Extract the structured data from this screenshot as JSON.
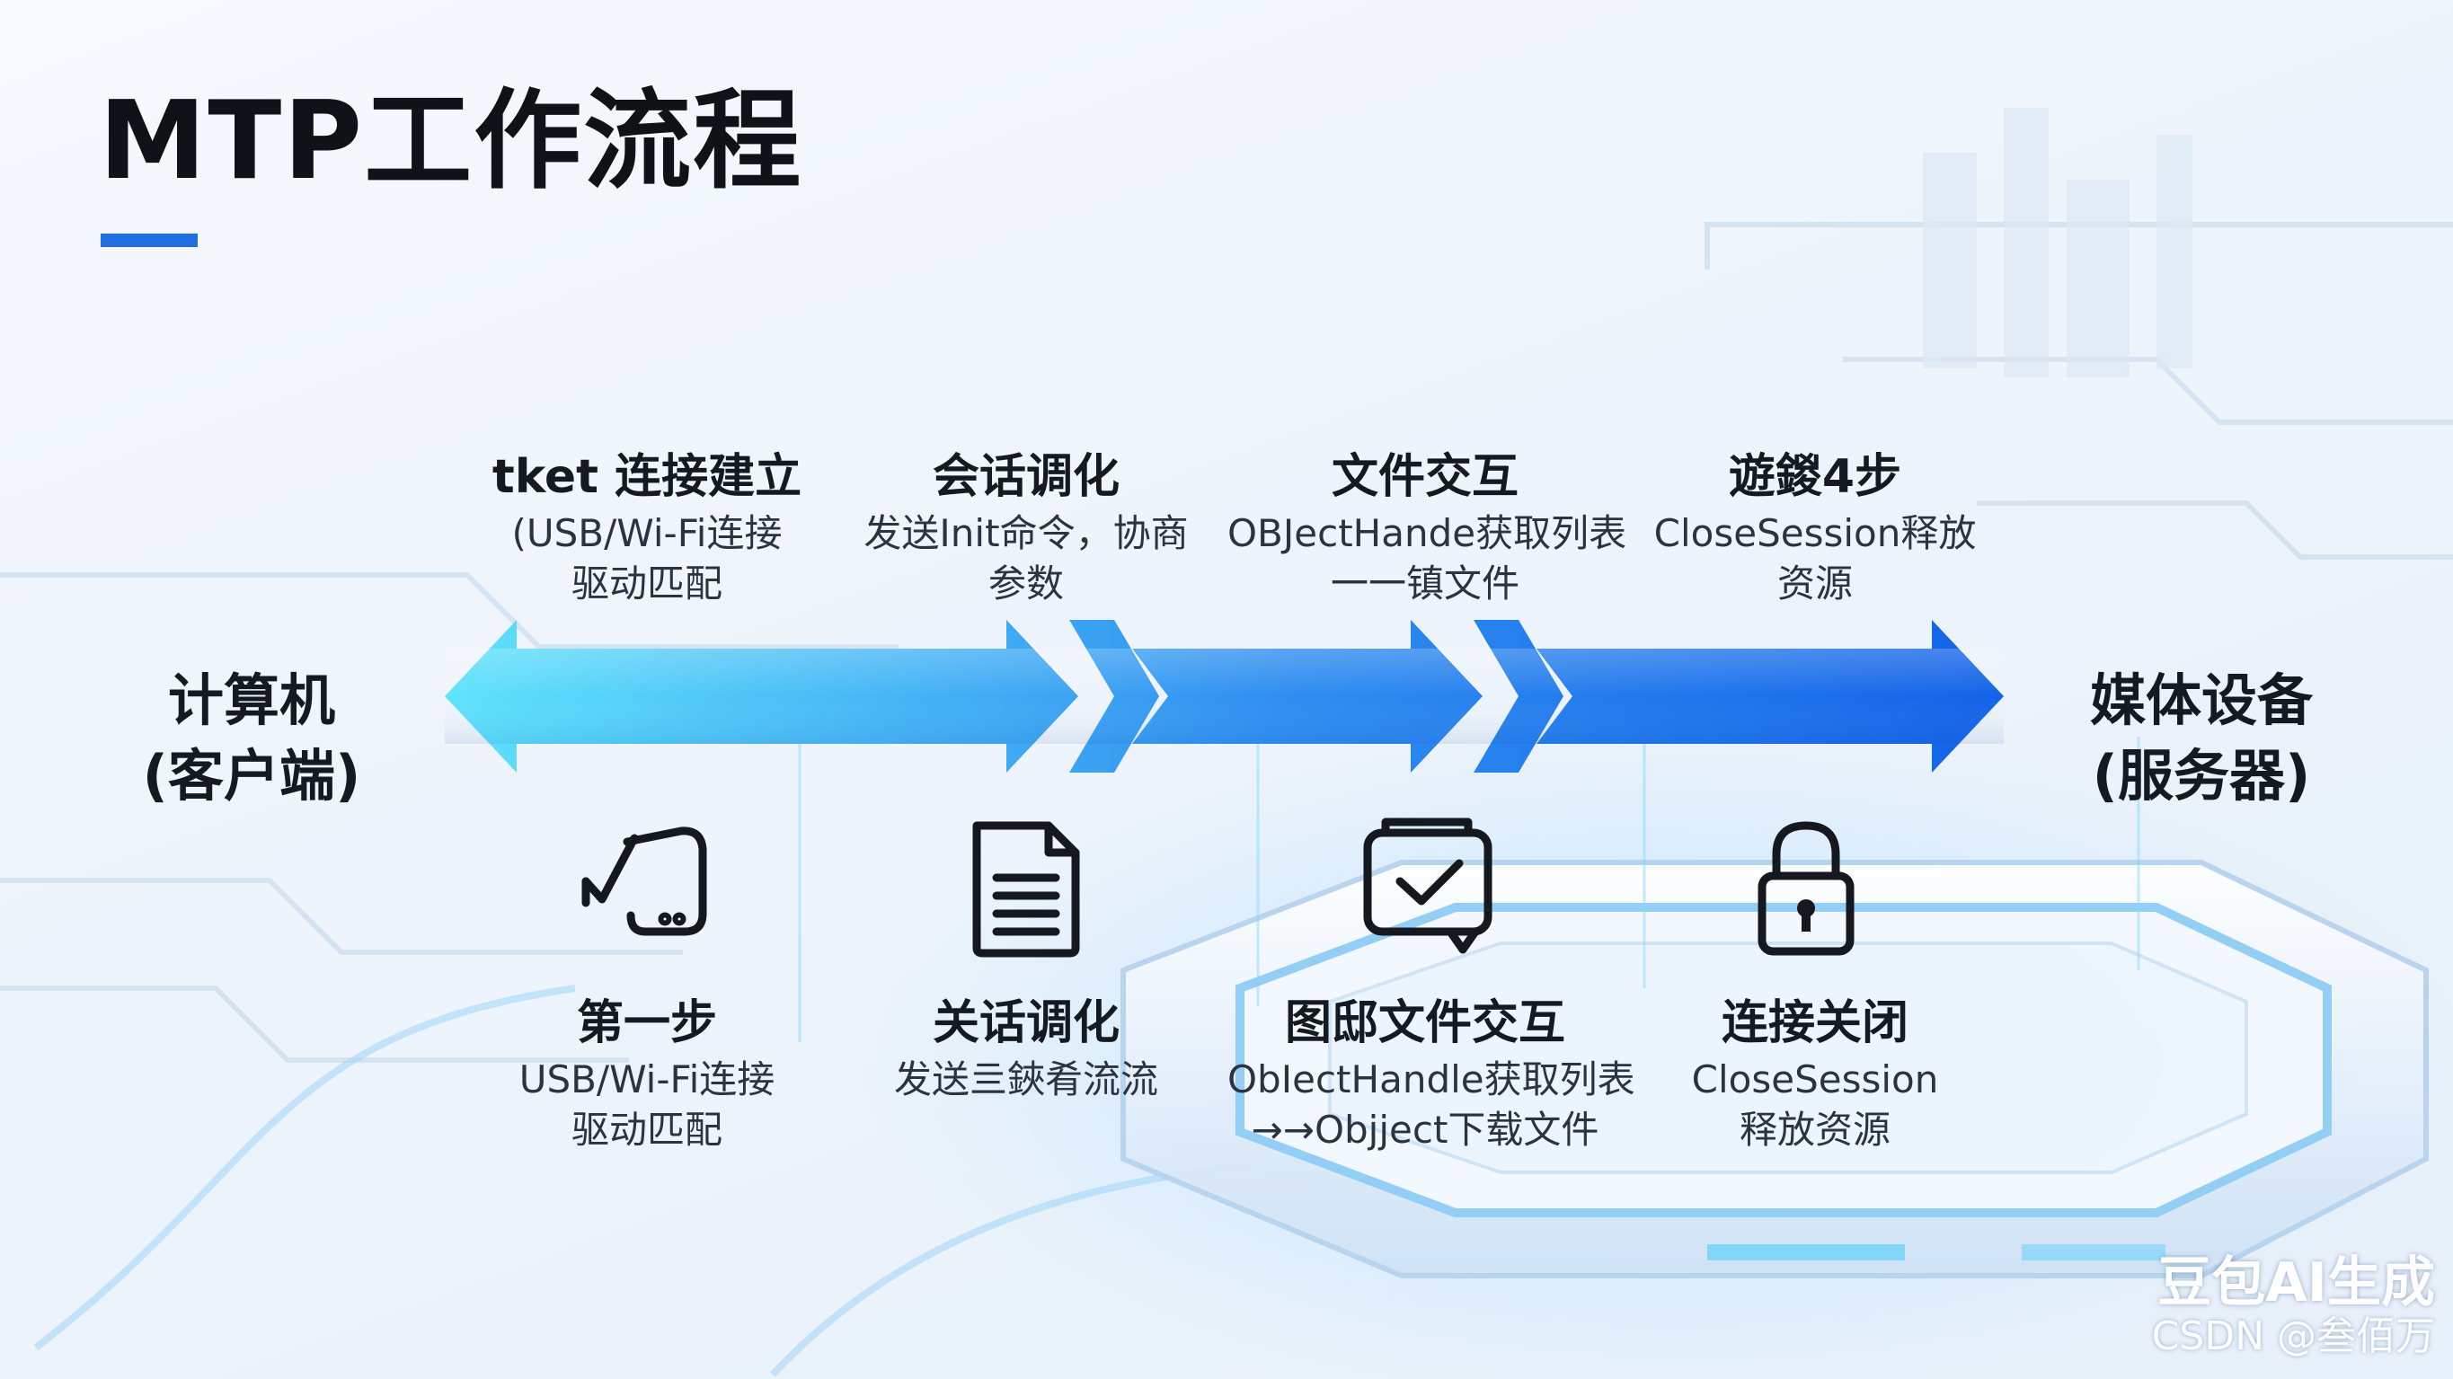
{
  "title": "MTP工作流程",
  "colors": {
    "accent": "#1f6fe0",
    "arrow_start": "#5fe2fb",
    "arrow_end": "#1463e8",
    "background": "#eef4fb"
  },
  "endpoints": {
    "left": {
      "line1": "计算机",
      "line2": "(客户端)"
    },
    "right": {
      "line1": "媒体设备",
      "line2": "(服务器)"
    }
  },
  "top_labels": [
    {
      "title": "tket 连接建立",
      "line1": "(USB/Wi-Fi连接",
      "line2": "驱动匹配"
    },
    {
      "title": "会话调化",
      "line1": "发送Init命令，协商",
      "line2": "参数"
    },
    {
      "title": "文件交互",
      "line1": "OBJectHande获取列表",
      "line2": "一一镇文件"
    },
    {
      "title": "遊鍐4步",
      "line1": "CloseSession释放",
      "line2": "资源"
    }
  ],
  "bottom_labels": [
    {
      "title": "第一步",
      "line1": "USB/Wi-Fi连接",
      "line2": "驱动匹配",
      "icon": "phone-link-icon"
    },
    {
      "title": "关话调化",
      "line1": "发送亖鋏肴流流",
      "line2": "",
      "icon": "document-icon"
    },
    {
      "title": "图邸文件交互",
      "line1": "ObIectHandle获取列表",
      "line2": "→→Objject下载文件",
      "icon": "file-check-icon"
    },
    {
      "title": "连接关闭",
      "line1": "CloseSession",
      "line2": "释放资源",
      "icon": "padlock-icon"
    }
  ],
  "watermark": {
    "brand": "豆包AI生成",
    "credit": "CSDN @叁佰万"
  }
}
